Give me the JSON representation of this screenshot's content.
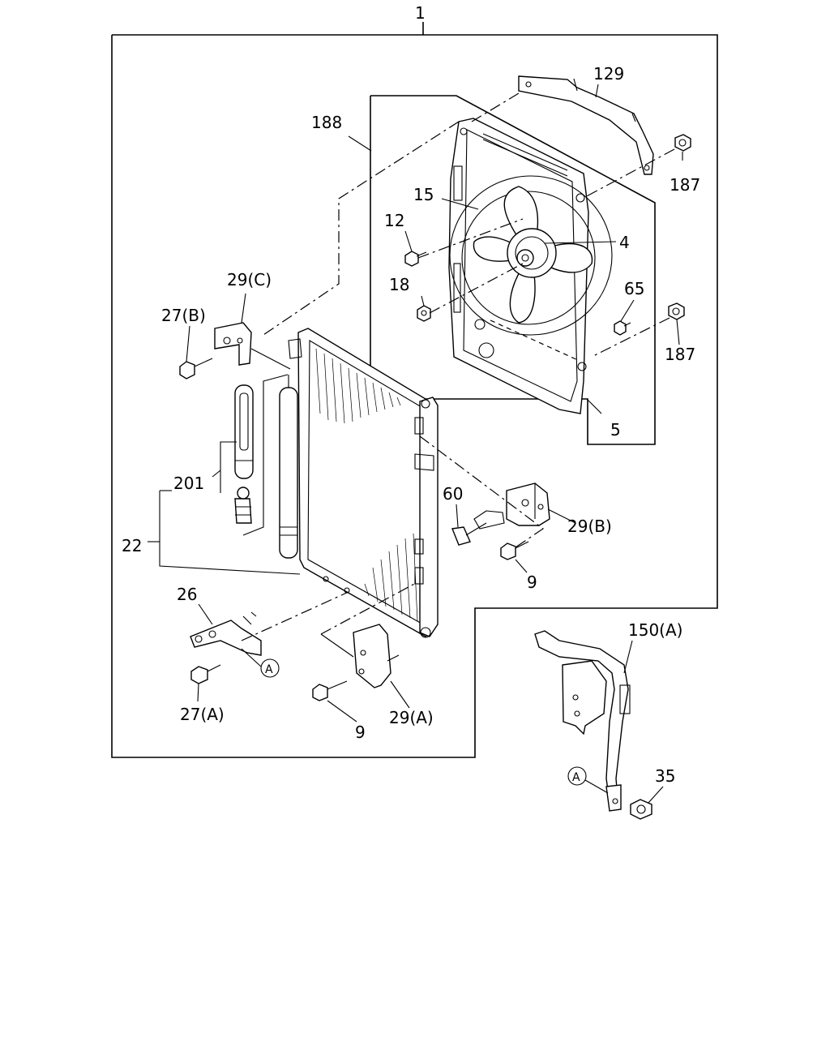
{
  "diagram": {
    "callouts": {
      "c1": "1",
      "c129": "129",
      "c188": "188",
      "c187a": "187",
      "c15": "15",
      "c12": "12",
      "c4": "4",
      "c29c": "29(C)",
      "c18": "18",
      "c65": "65",
      "c27b": "27(B)",
      "c187b": "187",
      "c5": "5",
      "c201": "201",
      "c60": "60",
      "c29b": "29(B)",
      "c22": "22",
      "c9a": "9",
      "c26": "26",
      "c150a": "150(A)",
      "cA1": "A",
      "c27a": "27(A)",
      "c29a": "29(A)",
      "c9b": "9",
      "cA2": "A",
      "c35": "35"
    }
  }
}
